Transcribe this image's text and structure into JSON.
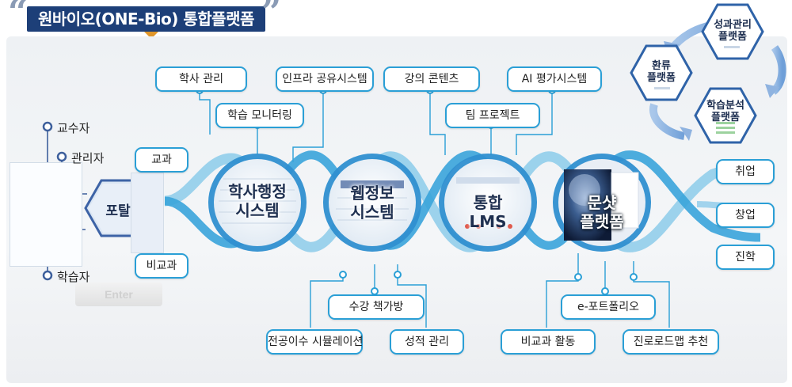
{
  "title": "원바이오(ONE-Bio) 통합플랫폼",
  "roles": [
    "교수자",
    "관리자",
    "학습자"
  ],
  "portal": {
    "label": "포탈",
    "input_labels": [
      "교과",
      "비교과"
    ],
    "enter_label": "Enter"
  },
  "systems": [
    {
      "label_line1": "학사행정",
      "label_line2": "시스템"
    },
    {
      "label_line1": "웹정보",
      "label_line2": "시스템"
    },
    {
      "label_line1": "통합",
      "label_line2": "LMS"
    },
    {
      "label_line1": "문샷",
      "label_line2": "플랫폼"
    }
  ],
  "top_features": [
    "학사 관리",
    "학습 모니터링",
    "인프라 공유시스템",
    "강의 콘텐츠",
    "팀 프로젝트",
    "AI  평가시스템"
  ],
  "bottom_features": [
    "전공이수 시뮬레이션",
    "수강 책가방",
    "성적 관리",
    "비교과 활동",
    "e-포트폴리오",
    "진로로드맵 추천"
  ],
  "outcomes": [
    "취업",
    "창업",
    "진학"
  ],
  "cycle": [
    {
      "line1": "성과관리",
      "line2": "플랫폼"
    },
    {
      "line1": "환류",
      "line2": "플랫폼"
    },
    {
      "line1": "학습분석",
      "line2": "플랫폼"
    }
  ],
  "colors": {
    "banner": "#1d3f78",
    "accent": "#2a9fd6",
    "strand_light": "#7fc6e8",
    "strand_dark": "#1e86c4",
    "quote": "#8a9bb5"
  }
}
